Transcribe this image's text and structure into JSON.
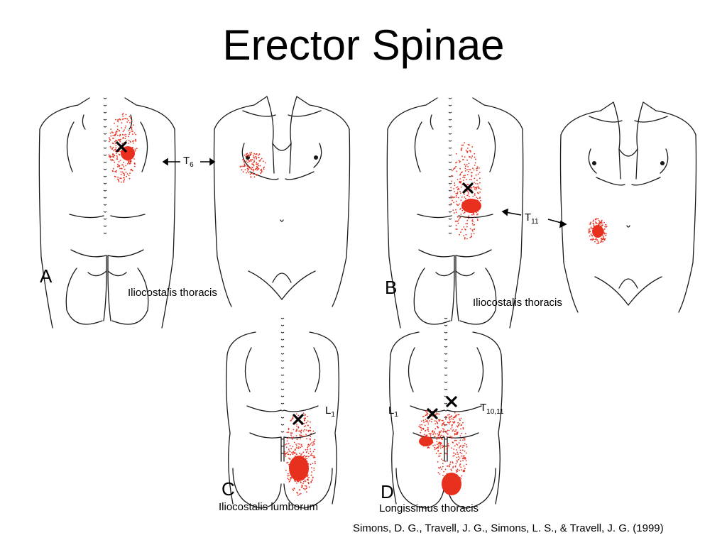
{
  "slide": {
    "title": "Erector Spinae",
    "citation": "Simons, D. G., Travell, J. G., Simons, L. S., & Travell, J. G. (1999)"
  },
  "colors": {
    "referral": "#e8301f",
    "outline": "#1a1a1a",
    "trigger_point": "#000000"
  },
  "panels": {
    "a": {
      "letter": "A",
      "muscle": "Iliocostalis thoracis",
      "segment_base": "T",
      "segment_sub": "6"
    },
    "b": {
      "letter": "B",
      "muscle": "Iliocostalis thoracis",
      "segment_base": "T",
      "segment_sub": "11"
    },
    "c": {
      "letter": "C",
      "muscle": "Iliocostalis lumborum",
      "segment_base": "L",
      "segment_sub": "1"
    },
    "d": {
      "letter": "D",
      "muscle": "Longissimus thoracis",
      "segment1_base": "L",
      "segment1_sub": "1",
      "segment2_base": "T",
      "segment2_sub": "10,11"
    }
  }
}
